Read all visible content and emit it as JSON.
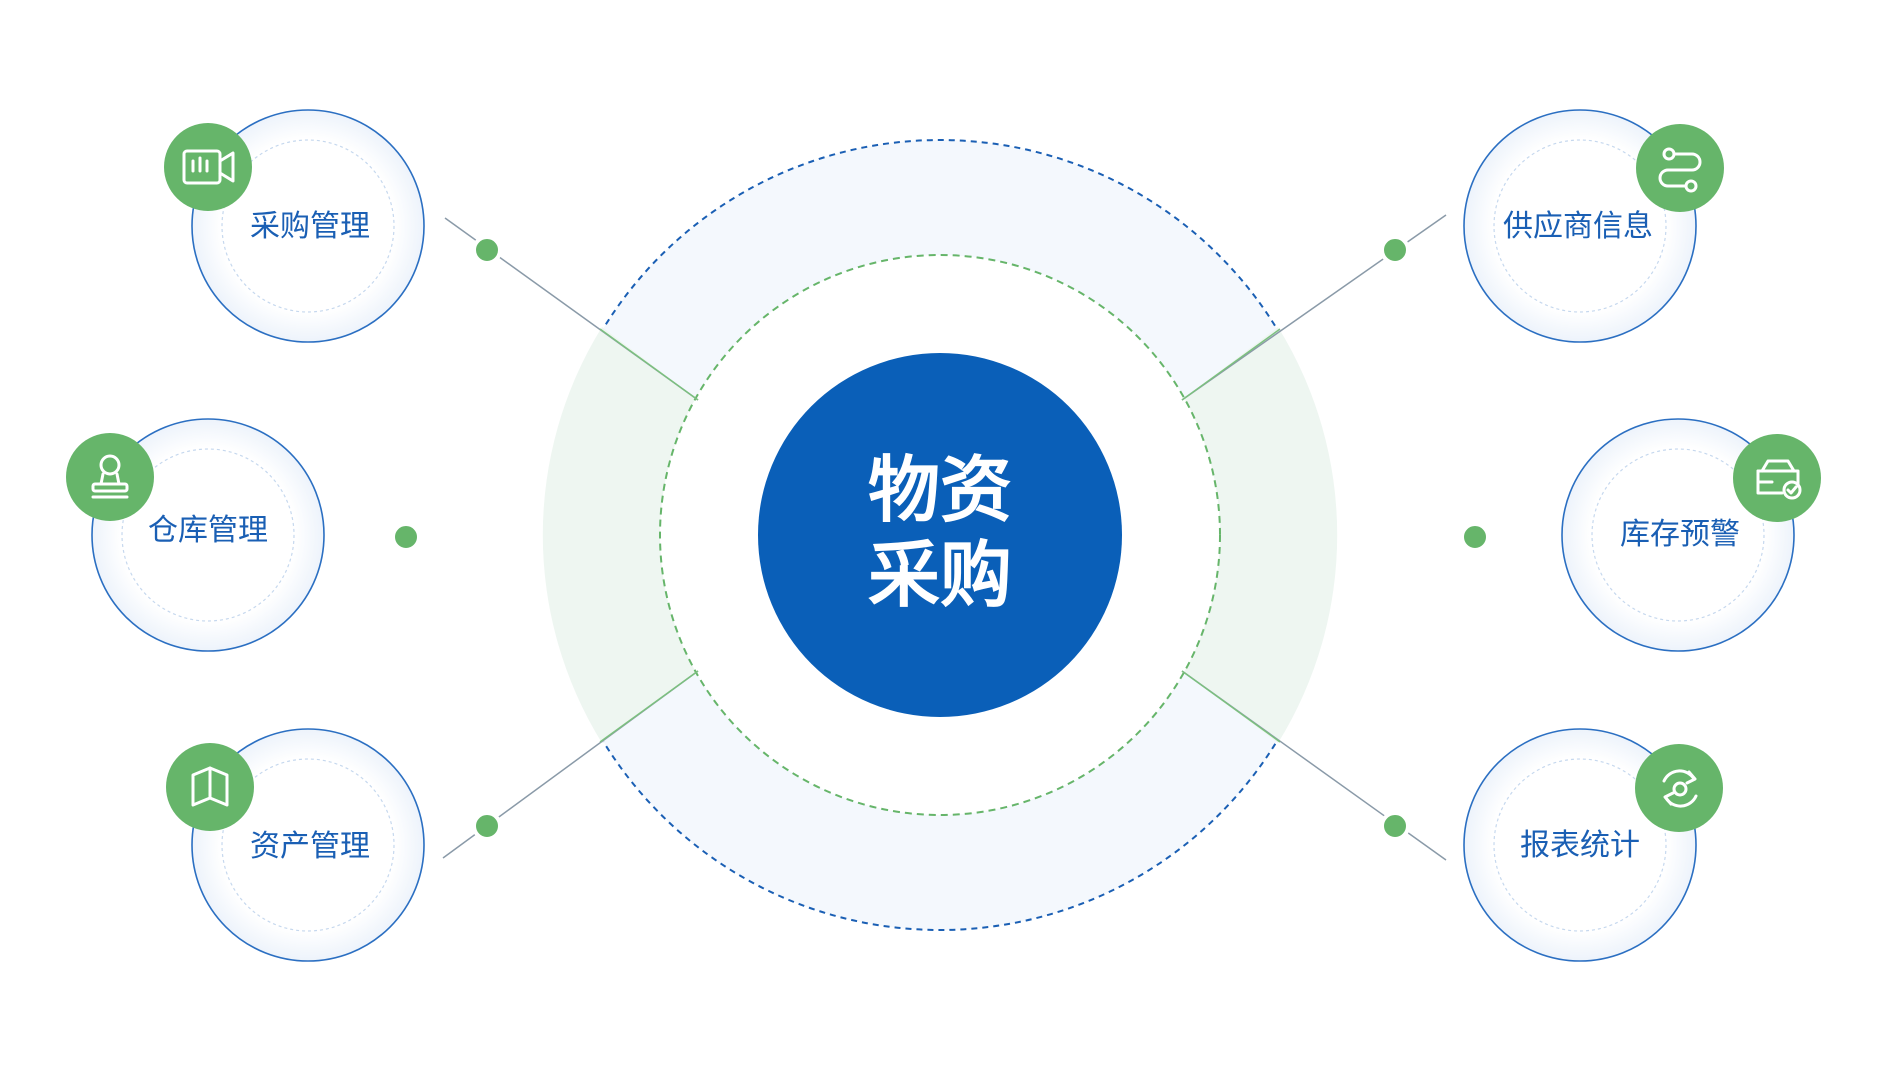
{
  "center": {
    "line1": "物资",
    "line2": "采购"
  },
  "modules": [
    {
      "label": "采购管理",
      "icon": "video-camera-icon"
    },
    {
      "label": "仓库管理",
      "icon": "stamp-icon"
    },
    {
      "label": "资产管理",
      "icon": "map-folded-icon"
    },
    {
      "label": "供应商信息",
      "icon": "route-switch-icon"
    },
    {
      "label": "库存预警",
      "icon": "car-check-icon"
    },
    {
      "label": "报表统计",
      "icon": "refresh-cycle-icon"
    }
  ],
  "colors": {
    "primary_blue": "#0a5fb8",
    "module_text": "#1a5fb4",
    "accent_green": "#66b56a",
    "ring_fill": "#f4f8fd",
    "ring_green_fill": "#eef6f1"
  }
}
